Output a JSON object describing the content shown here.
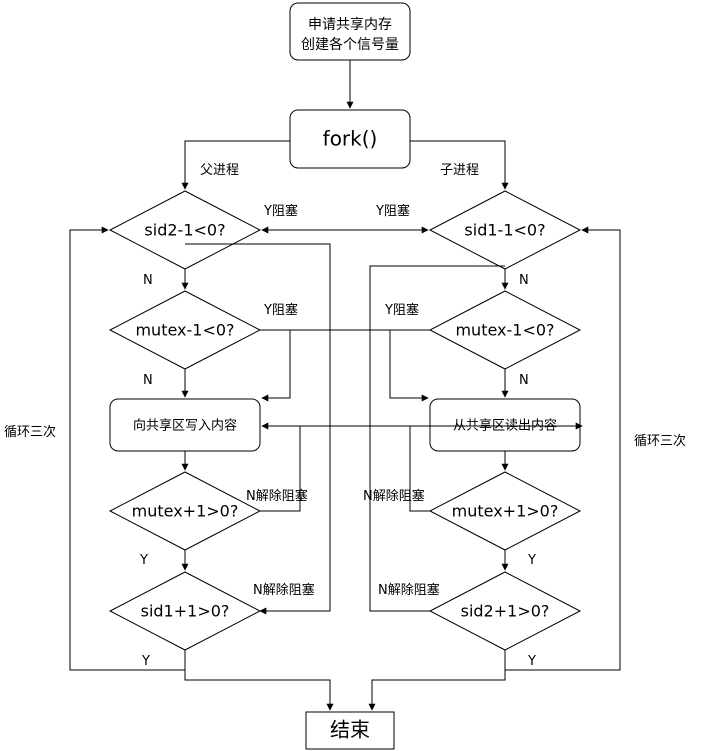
{
  "nodes": {
    "start_line1": "申请共享内存",
    "start_line2": "创建各个信号量",
    "fork": "fork()",
    "parent_sid2_check": "sid2-1<0?",
    "child_sid1_check": "sid1-1<0?",
    "parent_mutex_check": "mutex-1<0?",
    "child_mutex_check": "mutex-1<0?",
    "parent_write": "向共享区写入内容",
    "child_read": "从共享区读出内容",
    "parent_mutex_release": "mutex+1>0?",
    "child_mutex_release": "mutex+1>0?",
    "parent_sid1_release": "sid1+1>0?",
    "child_sid2_release": "sid2+1>0?",
    "end": "结束"
  },
  "edge_labels": {
    "parent_branch": "父进程",
    "child_branch": "子进程",
    "parent_block_1": "Y阻塞",
    "child_block_1": "Y阻塞",
    "parent_block_2": "Y阻塞",
    "child_block_2": "Y阻塞",
    "parent_no_1": "N",
    "child_no_1": "N",
    "parent_no_2": "N",
    "child_no_2": "N",
    "parent_unblock_1": "N解除阻塞",
    "child_unblock_1": "N解除阻塞",
    "parent_unblock_2": "N解除阻塞",
    "child_unblock_2": "N解除阻塞",
    "parent_yes_1": "Y",
    "child_yes_1": "Y",
    "parent_yes_2": "Y",
    "child_yes_2": "Y",
    "parent_loop": "循环三次",
    "child_loop": "循环三次"
  }
}
